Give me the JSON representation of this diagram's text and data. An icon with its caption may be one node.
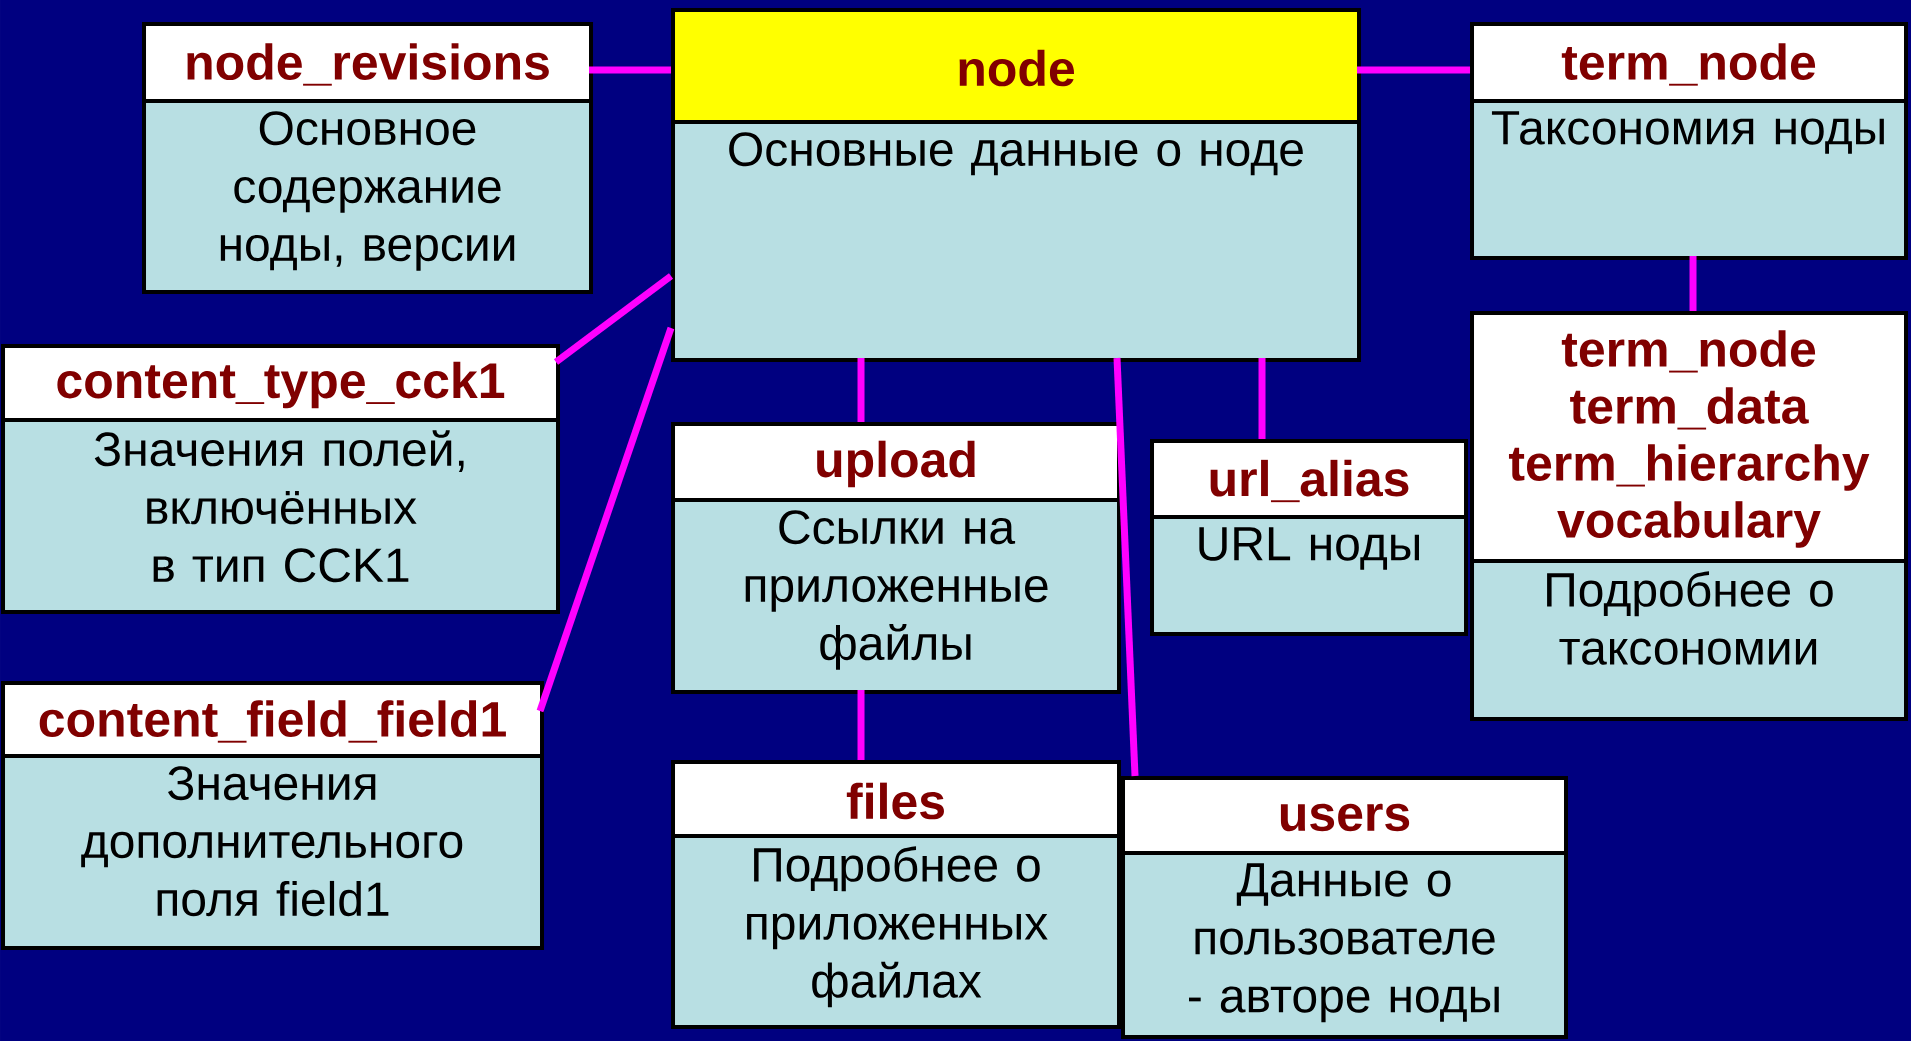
{
  "diagram": {
    "nodes": [
      {
        "text": [
          "node_revisions",
          "Основное содержание ноды, версии"
        ]
      },
      {
        "text": [
          "node",
          "Основные данные о ноде"
        ]
      },
      {
        "text": [
          "term_node",
          "Таксономия ноды"
        ]
      },
      {
        "text": [
          "content_type_cck1",
          "Значения полей, включённых в тип CCK1"
        ]
      },
      {
        "text": [
          "term_node term_data term_hierarchy vocabulary",
          "Подробнее о таксономии"
        ]
      },
      {
        "text": [
          "upload",
          "Ссылки на приложенные файлы"
        ]
      },
      {
        "text": [
          "url_alias",
          "URL ноды"
        ]
      },
      {
        "text": [
          "content_field_field1",
          "Значения дополнительного поля field1"
        ]
      },
      {
        "text": [
          "files",
          "Подробнее о приложенных файлах"
        ]
      },
      {
        "text": [
          "users",
          "Данные о пользователе - авторе ноды"
        ]
      }
    ],
    "edges": [
      {
        "from": 0,
        "to": 1,
        "arrow": "none"
      },
      {
        "from": 1,
        "to": 2,
        "arrow": "none"
      },
      {
        "from": 1,
        "to": 3,
        "arrow": "none"
      },
      {
        "from": 1,
        "to": 7,
        "arrow": "none"
      },
      {
        "from": 1,
        "to": 5,
        "arrow": "none"
      },
      {
        "from": 1,
        "to": 9,
        "arrow": "none"
      },
      {
        "from": 1,
        "to": 6,
        "arrow": "none"
      },
      {
        "from": 2,
        "to": 4,
        "arrow": "none"
      },
      {
        "from": 5,
        "to": 8,
        "arrow": "none"
      }
    ]
  }
}
